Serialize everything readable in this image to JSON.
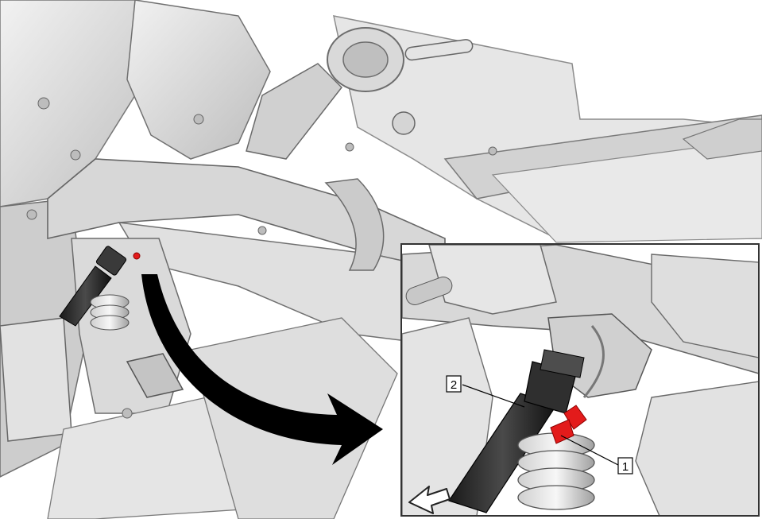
{
  "callouts": [
    {
      "id": "1",
      "label": "1"
    },
    {
      "id": "2",
      "label": "2"
    }
  ],
  "colors": {
    "highlight_part": "#e31b1b",
    "arrow": "#000000",
    "inset_border": "#333333",
    "part_fill": "#dcdcdc",
    "part_shadow": "#a9a9a9",
    "part_light": "#f0f0f0",
    "background": "#ffffff"
  },
  "icons": {
    "view_direction": "view-direction-arrow-icon"
  }
}
